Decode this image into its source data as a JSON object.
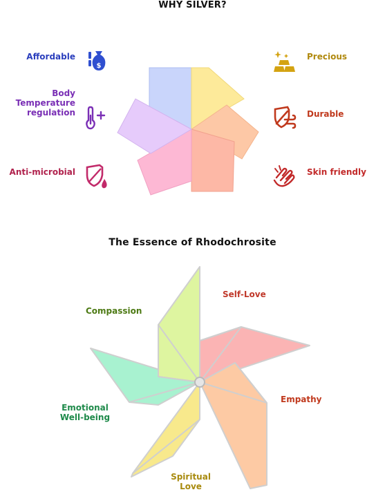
{
  "diagram1": {
    "title": "WHY SILVER?",
    "left_items": [
      {
        "label": "Affordable",
        "color": "#2b3fbd",
        "icon": "money-bag-icon"
      },
      {
        "label": "Body Temperature regulation",
        "color": "#7a2fb5",
        "icon": "thermometer-icon"
      },
      {
        "label": "Anti-microbial",
        "color": "#b0224d",
        "icon": "shield-drop-icon"
      }
    ],
    "right_items": [
      {
        "label": "Precious",
        "color": "#b0890e",
        "icon": "gold-bars-icon"
      },
      {
        "label": "Durable",
        "color": "#c0391d",
        "icon": "shield-wind-icon"
      },
      {
        "label": "Skin friendly",
        "color": "#c22a2a",
        "icon": "hand-icon"
      }
    ],
    "petal_colors": [
      "#c9d5fb",
      "#fdea9a",
      "#fdc8a6",
      "#fdb8a6",
      "#fdb8d4",
      "#e6cbfb"
    ]
  },
  "diagram2": {
    "title": "The Essence of Rhodochrosite",
    "labels": {
      "self_love": "Self-Love",
      "compassion": "Compassion",
      "empathy": "Empathy",
      "emotional_line1": "Emotional",
      "emotional_line2": "Well-being",
      "spiritual_line1": "Spiritual",
      "spiritual_line2": "Love"
    },
    "colors": {
      "self_love": "#c0392b",
      "compassion": "#4d7a14",
      "empathy": "#c0391d",
      "emotional": "#1e8a4a",
      "spiritual": "#a88a0e"
    },
    "blade_colors": [
      "#fbb4b4",
      "#fdcaa4",
      "#f8e98c",
      "#a8f2d0",
      "#def5a0"
    ]
  }
}
